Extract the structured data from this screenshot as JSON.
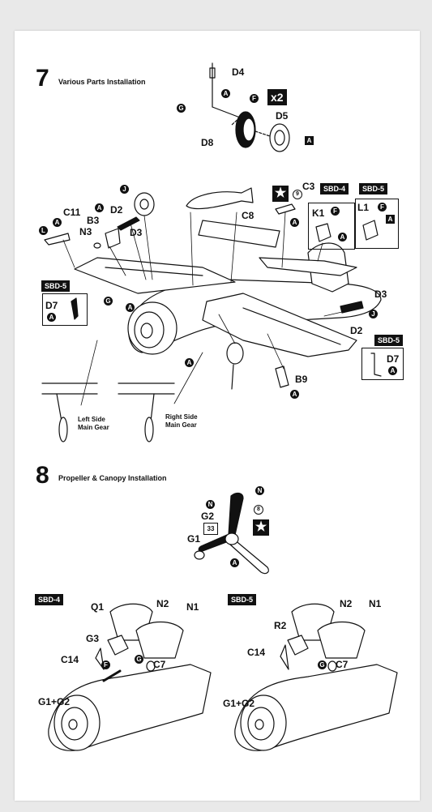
{
  "step7": {
    "number": "7",
    "title": "Various Parts Installation",
    "qty": "x2",
    "badges": {
      "sbd5_left": "SBD-5",
      "sbd4_top": "SBD-4",
      "sbd5_top": "SBD-5",
      "sbd5_right": "SBD-5"
    },
    "labels": {
      "d4": "D4",
      "d5": "D5",
      "d8": "D8",
      "c3": "C3",
      "k1": "K1",
      "l1": "L1",
      "c11": "C11",
      "b3": "B3",
      "n3": "N3",
      "d2a": "D2",
      "d3a": "D3",
      "c8": "C8",
      "d7a": "D7",
      "d3b": "D3",
      "d2b": "D2",
      "d7b": "D7",
      "b9": "B9"
    },
    "markers": {
      "a": "A",
      "f": "F",
      "g": "G",
      "j": "J",
      "l": "L",
      "nine": "9"
    },
    "notes": {
      "left_gear": "Left Side\nMain Gear",
      "right_gear": "Right Side\nMain Gear"
    }
  },
  "step8": {
    "number": "8",
    "title": "Propeller & Canopy Installation",
    "badges": {
      "sbd4": "SBD-4",
      "sbd5": "SBD-5"
    },
    "labels": {
      "g2": "G2",
      "g1": "G1",
      "num33": "33",
      "q1": "Q1",
      "n2a": "N2",
      "n1a": "N1",
      "g3": "G3",
      "c14a": "C14",
      "c7a": "C7",
      "g1g2a": "G1+G2",
      "r2": "R2",
      "n2b": "N2",
      "n1b": "N1",
      "c14b": "C14",
      "c7b": "C7",
      "g1g2b": "G1+G2"
    },
    "markers": {
      "n": "N",
      "eight": "8",
      "a": "A",
      "f": "F",
      "g": "G"
    }
  },
  "colors": {
    "ink": "#111111",
    "paper": "#ffffff",
    "background": "#e9e9e9"
  }
}
